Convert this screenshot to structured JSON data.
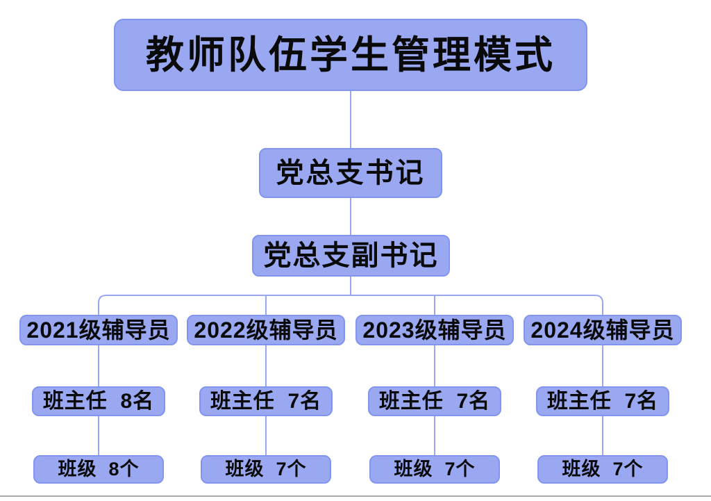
{
  "colors": {
    "box_fill": "#9aa8f1",
    "box_border": "#8295ee",
    "connector": "#98a6f1",
    "text": "#0a0a0a",
    "bottom_rule": "#ababab"
  },
  "org_chart": {
    "title": "教师队伍学生管理模式",
    "secretary": "党总支书记",
    "deputy_secretary": "党总支副书记",
    "columns": [
      {
        "counselor": "2021级辅导员",
        "head_teachers": "班主任  8名",
        "classes": "班级  8个"
      },
      {
        "counselor": "2022级辅导员",
        "head_teachers": "班主任  7名",
        "classes": "班级  7个"
      },
      {
        "counselor": "2023级辅导员",
        "head_teachers": "班主任  7名",
        "classes": "班级  7个"
      },
      {
        "counselor": "2024级辅导员",
        "head_teachers": "班主任  7名",
        "classes": "班级  7个"
      }
    ]
  }
}
